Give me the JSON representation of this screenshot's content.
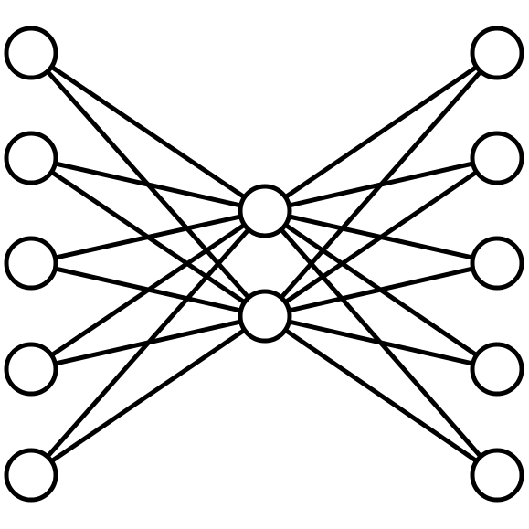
{
  "diagram": {
    "type": "network-graph",
    "colors": {
      "stroke": "#000000",
      "node_fill": "#ffffff",
      "background": "#ffffff"
    },
    "groups": [
      {
        "id": "left",
        "count": 5
      },
      {
        "id": "center",
        "count": 2
      },
      {
        "id": "right",
        "count": 5
      }
    ],
    "nodes": [
      {
        "id": "L1",
        "group": "left"
      },
      {
        "id": "L2",
        "group": "left"
      },
      {
        "id": "L3",
        "group": "left"
      },
      {
        "id": "L4",
        "group": "left"
      },
      {
        "id": "L5",
        "group": "left"
      },
      {
        "id": "C1",
        "group": "center"
      },
      {
        "id": "C2",
        "group": "center"
      },
      {
        "id": "R1",
        "group": "right"
      },
      {
        "id": "R2",
        "group": "right"
      },
      {
        "id": "R3",
        "group": "right"
      },
      {
        "id": "R4",
        "group": "right"
      },
      {
        "id": "R5",
        "group": "right"
      }
    ],
    "edges": [
      [
        "L1",
        "C1"
      ],
      [
        "L1",
        "C2"
      ],
      [
        "L2",
        "C1"
      ],
      [
        "L2",
        "C2"
      ],
      [
        "L3",
        "C1"
      ],
      [
        "L3",
        "C2"
      ],
      [
        "L4",
        "C1"
      ],
      [
        "L4",
        "C2"
      ],
      [
        "L5",
        "C1"
      ],
      [
        "L5",
        "C2"
      ],
      [
        "C1",
        "R1"
      ],
      [
        "C1",
        "R2"
      ],
      [
        "C1",
        "R3"
      ],
      [
        "C1",
        "R4"
      ],
      [
        "C1",
        "R5"
      ],
      [
        "C2",
        "R1"
      ],
      [
        "C2",
        "R2"
      ],
      [
        "C2",
        "R3"
      ],
      [
        "C2",
        "R4"
      ],
      [
        "C2",
        "R5"
      ]
    ]
  }
}
